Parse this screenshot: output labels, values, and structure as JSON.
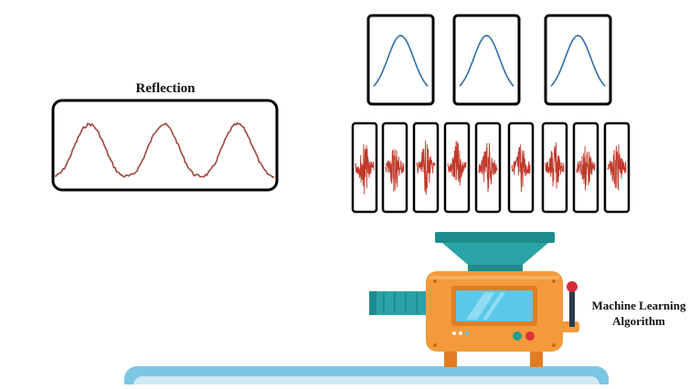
{
  "labels": {
    "reflection_title": "Reflection",
    "machine_label_line1": "Machine Learning",
    "machine_label_line2": "Algorithm"
  },
  "colors": {
    "frame_border": "#000000",
    "reflection_wave": "#a0473f",
    "gaussian_curve": "#2f6ea8",
    "noise_signal": "#c0392b",
    "hopper_teal": "#1e8c8c",
    "intake_teal": "#2aa3a6",
    "machine_body": "#f39a3c",
    "machine_screen": "#5bc8e8",
    "conveyor": "#7cc6e4",
    "lever_knob": "#d62b3a",
    "button_teal": "#1f9e8f",
    "button_red": "#e0303b"
  },
  "icons": {
    "machine": "ml-machine-icon",
    "hopper": "funnel-hopper-icon",
    "conveyor": "conveyor-belt-icon",
    "lever": "lever-icon"
  },
  "gaussian_panels": {
    "count": 3
  },
  "noise_panels": {
    "count": 9
  }
}
